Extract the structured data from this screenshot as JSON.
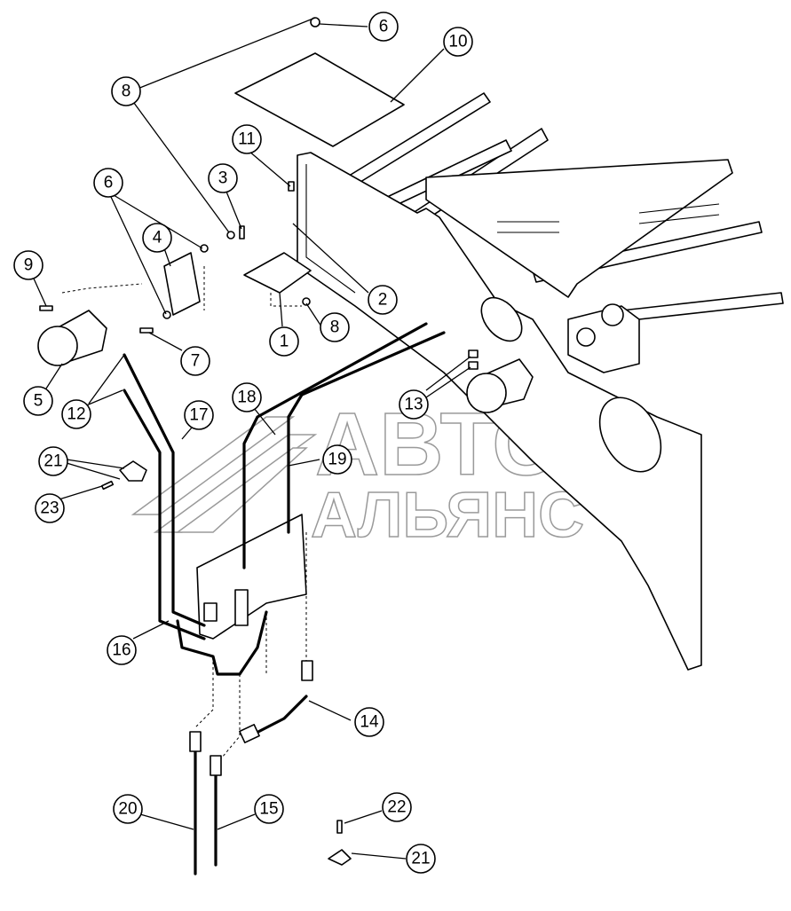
{
  "watermark": {
    "line1": "АВТО",
    "line2": "АЛЬЯНС"
  },
  "callouts": [
    "6",
    "10",
    "8",
    "11",
    "3",
    "6",
    "4",
    "9",
    "2",
    "1",
    "8",
    "5",
    "12",
    "7",
    "13",
    "18",
    "17",
    "21",
    "19",
    "23",
    "16",
    "14",
    "20",
    "15",
    "22",
    "21"
  ]
}
